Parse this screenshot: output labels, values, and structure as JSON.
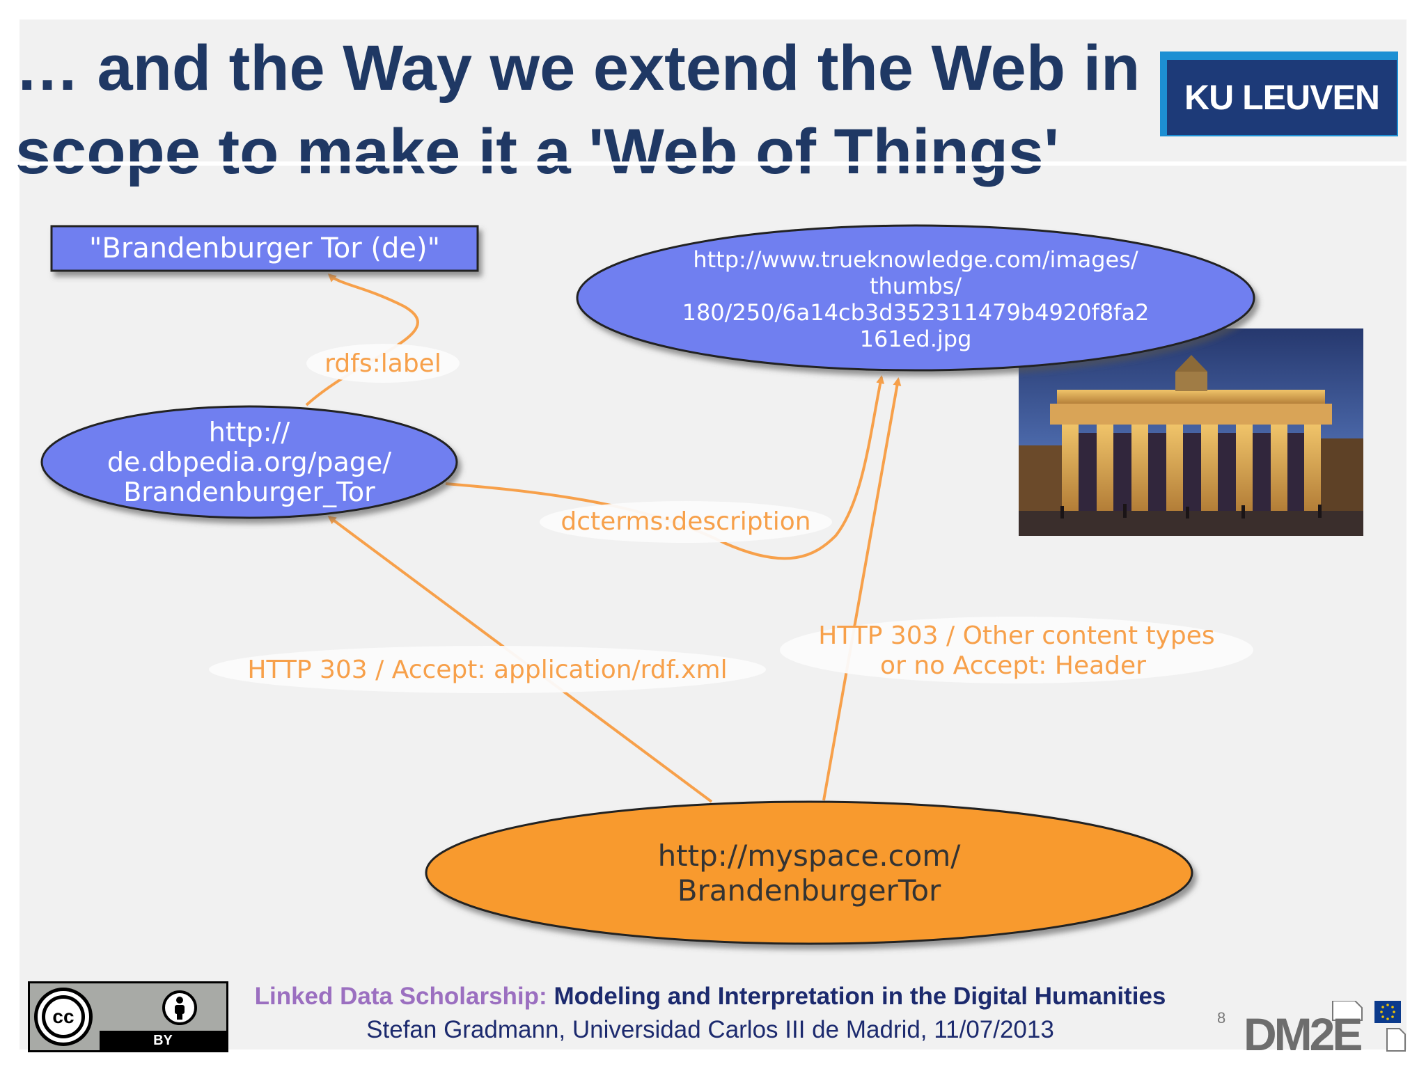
{
  "slide": {
    "title_line1": "… and the Way we extend the Web in",
    "title_line2": "scope to make it a 'Web of Things'",
    "logo_text": "KU LEUVEN",
    "page_number": "8"
  },
  "diagram": {
    "literal_node": "\"Brandenburger Tor (de)\"",
    "image_node": [
      "http://www.trueknowledge.com/images/",
      "thumbs/",
      "180/250/6a14cb3d352311479b4920f8fa2",
      "161ed.jpg"
    ],
    "dbpedia_node": [
      "http://",
      "de.dbpedia.org/page/",
      "Brandenburger_Tor"
    ],
    "myspace_node": [
      "http://myspace.com/",
      "BrandenburgerTor"
    ],
    "edge_rdfs_label": "rdfs:label",
    "edge_dcterms": "dcterms:description",
    "edge_http_rdf": "HTTP 303 / Accept: application/rdf.xml",
    "edge_http_other": [
      "HTTP 303 / Other content types",
      "or no Accept: Header"
    ],
    "colors": {
      "node_blue": "#6f7ff0",
      "node_orange": "#f89a2e",
      "edge_orange": "#f7a04a",
      "title_navy": "#1f3864"
    }
  },
  "footer": {
    "course_prefix": "Linked Data Scholarship:",
    "course_title": "Modeling and Interpretation in the Digital Humanities",
    "author_line": "Stefan Gradmann, Universidad Carlos III de Madrid, 11/07/2013",
    "license_by": "BY",
    "license_cc": "cc",
    "project_logo": "DM2E"
  }
}
